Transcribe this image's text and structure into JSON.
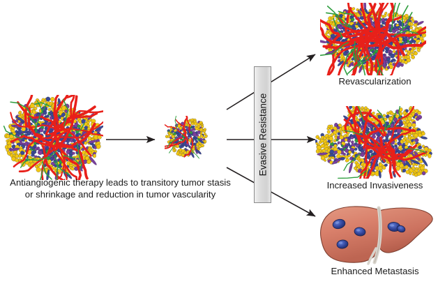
{
  "figure": {
    "title": "Antiangiogenic therapy and evasive resistance pathways",
    "background": "#ffffff"
  },
  "main_caption": {
    "line1": "Antiangiogenic therapy leads to transitory tumor stasis",
    "line2": "or shrinkage and reduction in tumor vascularity"
  },
  "resistance_box": {
    "label": "Evasive Resistance",
    "fill": "#dcdcdc",
    "border": "#8a8a8a"
  },
  "branches": [
    {
      "id": "revascularization",
      "label": "Revascularization"
    },
    {
      "id": "increased-invasiveness",
      "label": "Increased Invasiveness"
    },
    {
      "id": "enhanced-metastasis",
      "label": "Enhanced Metastasis"
    }
  ],
  "nodes": [
    {
      "id": "primary-tumor",
      "name": "large-vascularized-tumor",
      "description": "Large tumor mass with dense red vasculature"
    },
    {
      "id": "shrunken-tumor",
      "name": "small-avascular-tumor",
      "description": "Small tumor after therapy, reduced vascularity"
    },
    {
      "id": "revascularized-tumor",
      "name": "revascularized-tumor",
      "description": "Regrown tumor with restored red vasculature"
    },
    {
      "id": "invasive-tumor",
      "name": "invasive-tumor",
      "description": "Irregular spiky tumor invading surrounding tissue"
    },
    {
      "id": "metastatic-liver",
      "name": "liver-with-metastases",
      "description": "Liver bearing blue metastatic nodules"
    }
  ],
  "colors": {
    "vessel_red": "#e8201a",
    "cell_yellow": "#f2c712",
    "cell_blue": "#3a4a96",
    "cell_purple": "#7a3f9d",
    "cell_green": "#2f9e3f",
    "arrow": "#231f20",
    "liver": "#d9806b",
    "liver_shadow": "#b45c49",
    "metastasis": "#2a3a7a",
    "ligament": "#d8d4cc",
    "text": "#1a1a1a"
  },
  "arrows": [
    {
      "id": "arrow-therapy",
      "from": "primary-tumor",
      "to": "shrunken-tumor",
      "direction": "right"
    },
    {
      "id": "arrow-revascularization",
      "from": "shrunken-tumor",
      "to": "revascularized-tumor",
      "direction": "up-right"
    },
    {
      "id": "arrow-invasiveness",
      "from": "shrunken-tumor",
      "to": "invasive-tumor",
      "direction": "right"
    },
    {
      "id": "arrow-metastasis",
      "from": "shrunken-tumor",
      "to": "metastatic-liver",
      "direction": "down-right"
    }
  ]
}
